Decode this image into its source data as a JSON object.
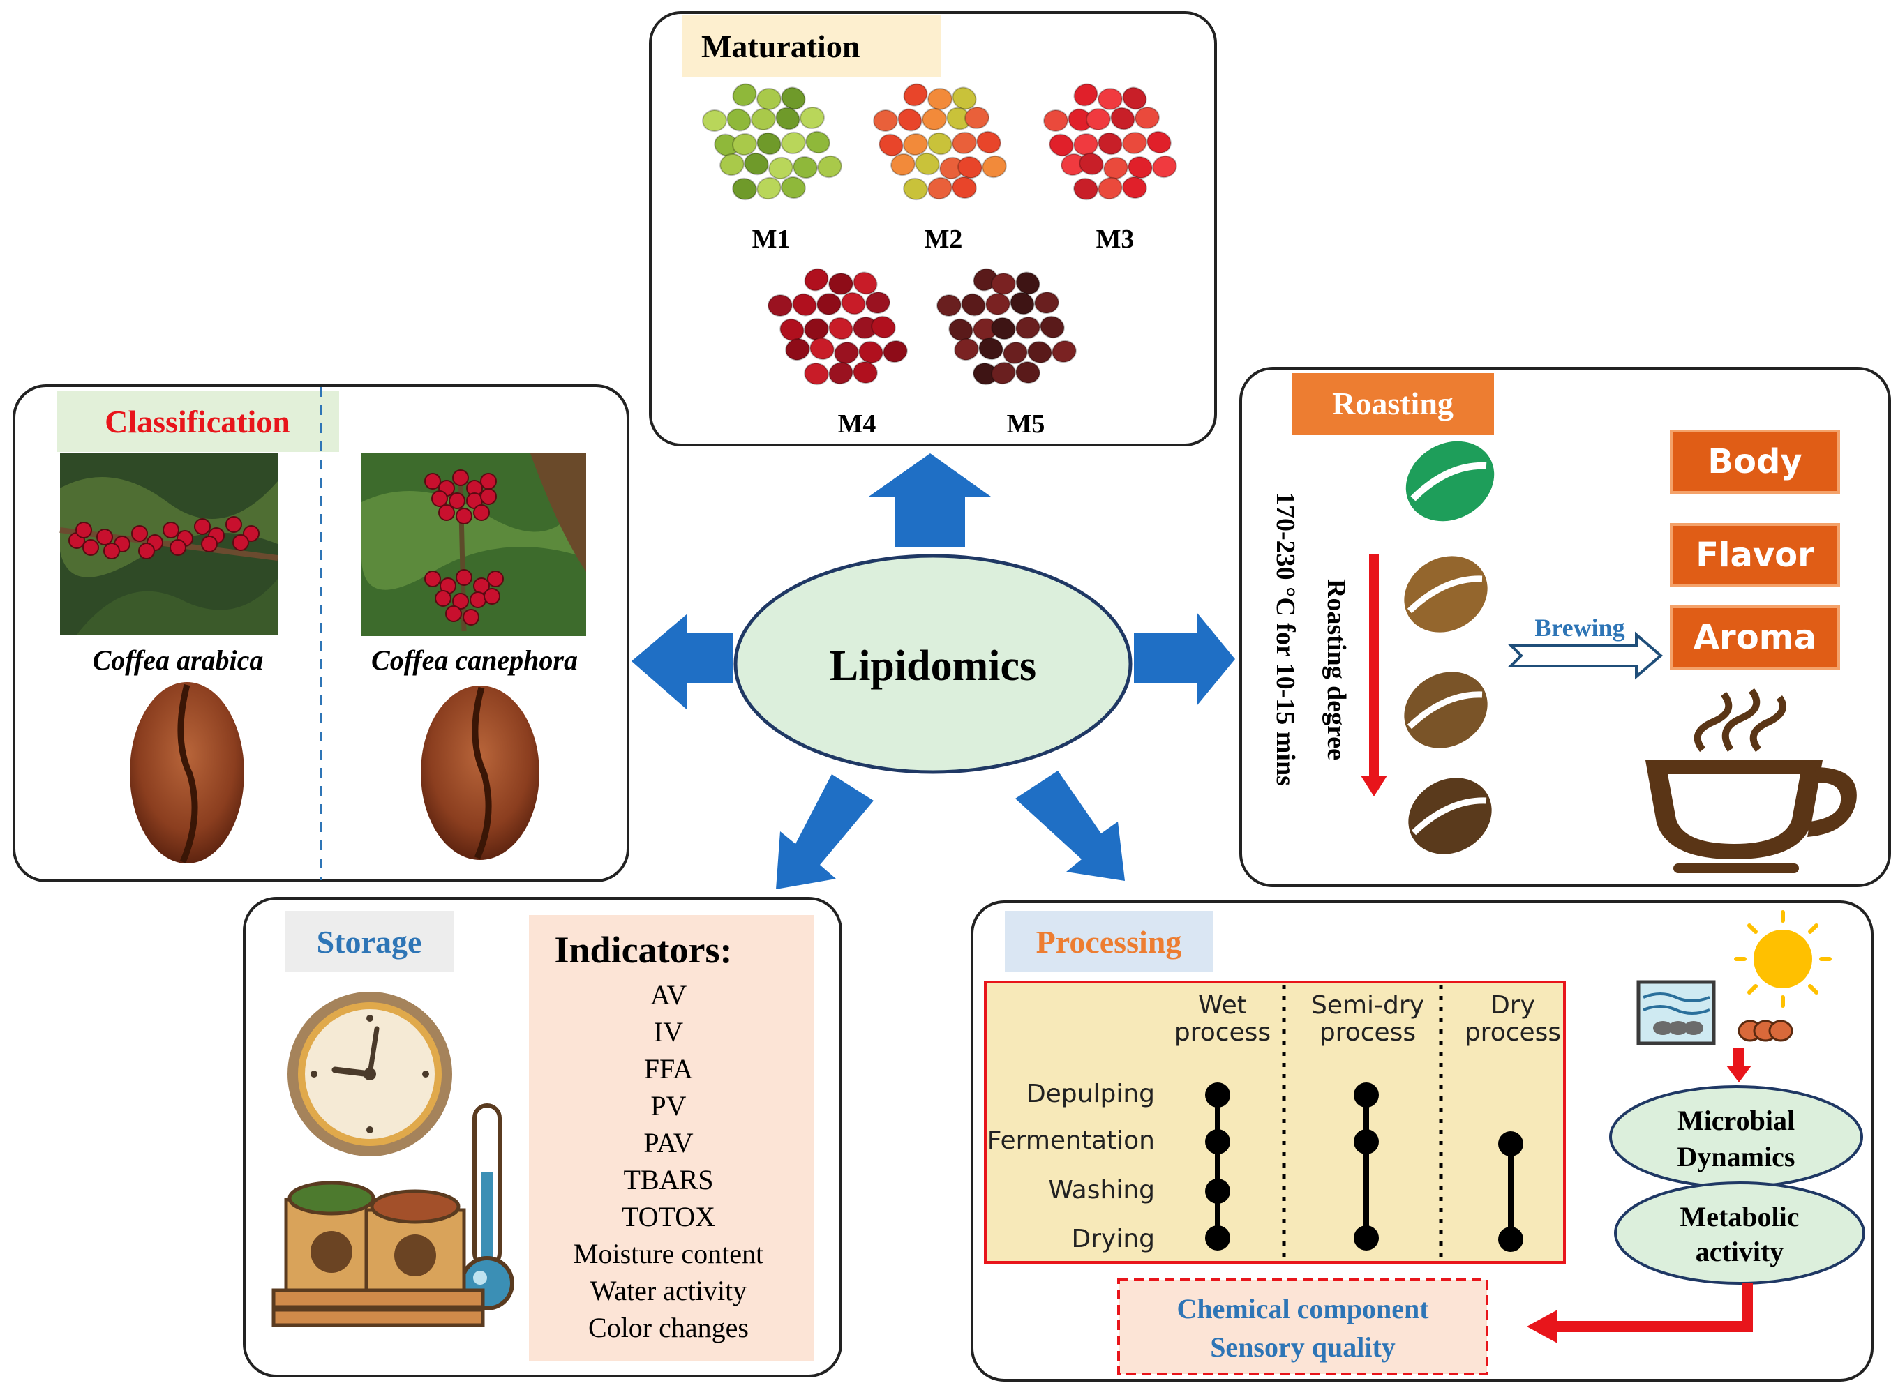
{
  "center": {
    "label": "Lipidomics"
  },
  "maturation": {
    "title": "Maturation",
    "stages": [
      "M1",
      "M2",
      "M3",
      "M4",
      "M5"
    ]
  },
  "classification": {
    "title": "Classification",
    "species": [
      "Coffea arabica",
      "Coffea canephora"
    ]
  },
  "roasting": {
    "title": "Roasting",
    "temperature": "170-230 °C for 10-15 mins",
    "degree_label": "Roasting degree",
    "brewing_label": "Brewing",
    "attributes": [
      "Body",
      "Flavor",
      "Aroma"
    ]
  },
  "storage": {
    "title": "Storage",
    "indicators_title": "Indicators:",
    "indicators": [
      "AV",
      "IV",
      "FFA",
      "PV",
      "PAV",
      "TBARS",
      "TOTOX",
      "Moisture content",
      "Water activity",
      "Color changes"
    ]
  },
  "processing": {
    "title": "Processing",
    "methods": [
      "Wet process",
      "Semi-dry process",
      "Dry process"
    ],
    "method_lines": [
      [
        "Wet",
        "process"
      ],
      [
        "Semi-dry",
        "process"
      ],
      [
        "Dry",
        "process"
      ]
    ],
    "steps": [
      "Depulping",
      "Fermentation",
      "Washing",
      "Drying"
    ],
    "microbial": [
      "Microbial",
      "Dynamics"
    ],
    "metabolic": [
      "Metabolic",
      "activity"
    ],
    "outcome": [
      "Chemical component",
      "Sensory quality"
    ]
  },
  "colors": {
    "arrow_blue": "#1f6fc5",
    "center_fill": "#dcefdc",
    "red": "#e8151b",
    "orange": "#ed7d31",
    "panel_peach": "#fce4d6",
    "processing_yellow": "#f7e9b9",
    "storage_blue": "#2e75b6"
  }
}
